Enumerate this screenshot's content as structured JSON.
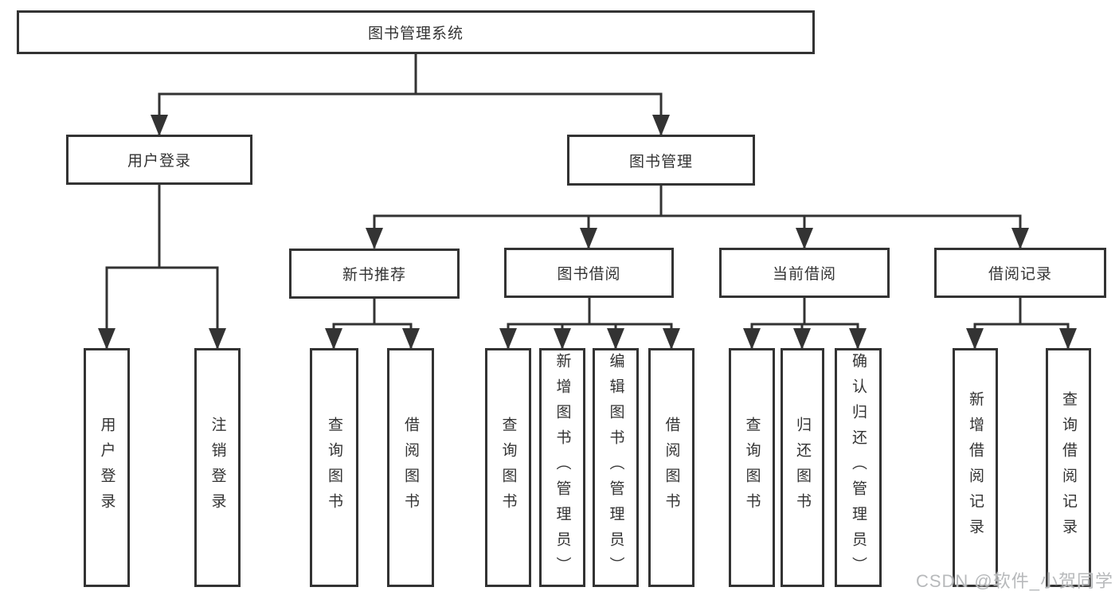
{
  "diagram": {
    "root": "图书管理系统",
    "children": [
      {
        "label": "用户登录",
        "children": [
          "用户登录",
          "注销登录"
        ]
      },
      {
        "label": "图书管理",
        "children": [
          {
            "label": "新书推荐",
            "children": [
              "查询图书",
              "借阅图书"
            ]
          },
          {
            "label": "图书借阅",
            "children": [
              "查询图书",
              "新增图书（管理员）",
              "编辑图书（管理员）",
              "借阅图书"
            ]
          },
          {
            "label": "当前借阅",
            "children": [
              "查询图书",
              "归还图书",
              "确认归还（管理员）"
            ]
          },
          {
            "label": "借阅记录",
            "children": [
              "新增借阅记录",
              "查询借阅记录"
            ]
          }
        ]
      }
    ]
  },
  "watermark": "CSDN @软件_小贺同学",
  "colors": {
    "line": "#333333",
    "border": "#333333",
    "text": "#333333",
    "watermark": "#b7b9bb",
    "background": "#ffffff"
  }
}
